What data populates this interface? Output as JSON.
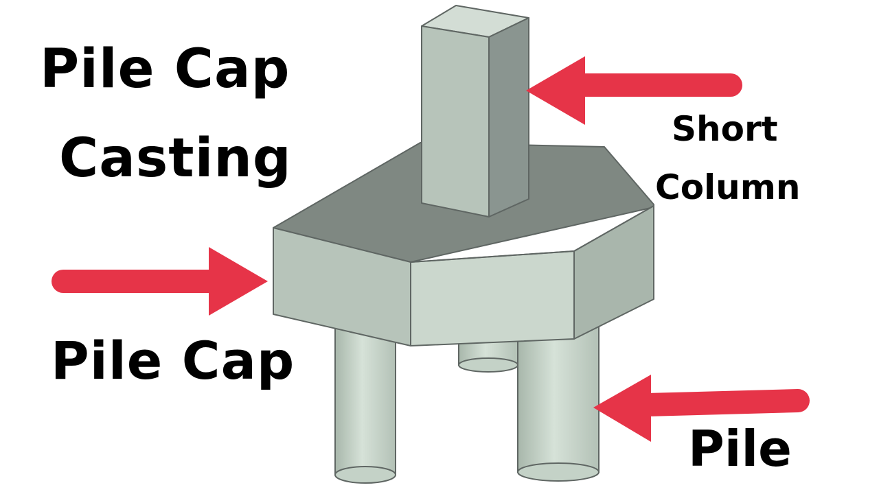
{
  "title": {
    "line1": "Pile Cap",
    "line2": "Casting"
  },
  "labels": {
    "short_column_line1": "Short",
    "short_column_line2": "Column",
    "pile_cap": "Pile Cap",
    "pile": "Pile"
  },
  "colors": {
    "arrow": "#e63448",
    "cap_top": "#7f8882",
    "cap_front": "#c9d5cb",
    "cap_left": "#b5c2b8",
    "cap_right": "#a9b6ac",
    "column_front": "#b7c4ba",
    "column_side": "#8a9590",
    "column_top": "#d3ddd5",
    "pile": "#c4d2c7",
    "outline": "#5f6663"
  }
}
